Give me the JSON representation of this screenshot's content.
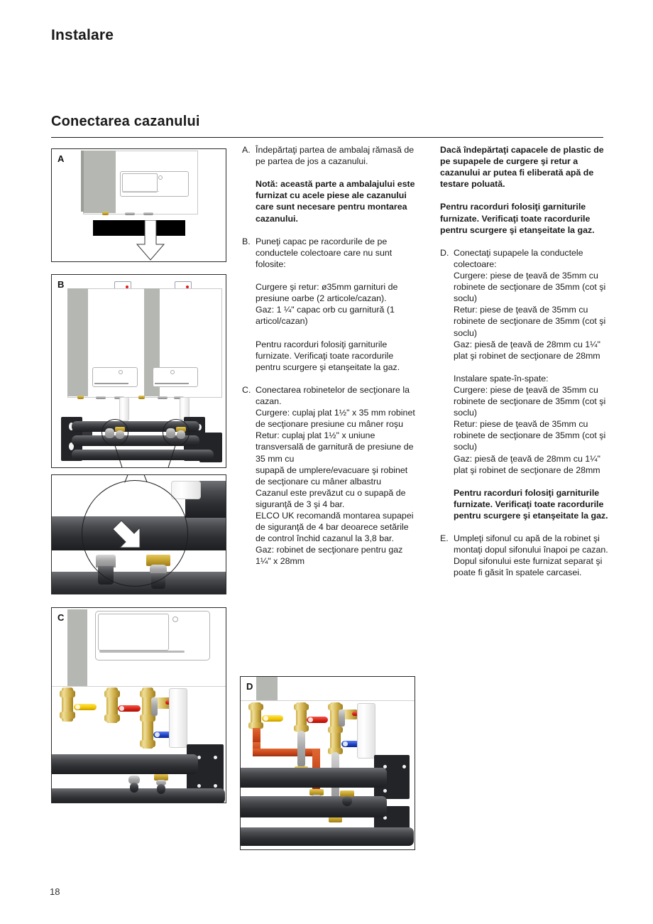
{
  "document": {
    "running_head": "Instalare",
    "section_title": "Conectarea cazanului",
    "page_number": "18"
  },
  "colors": {
    "text": "#1a1a1a",
    "rule": "#1a1a1a",
    "panel_gray": "#b5b8b2",
    "pipe_dark": "#2d2f32",
    "brass": "#c9a62f",
    "handle_red": "#d61f13",
    "handle_blue": "#1b3fc4",
    "handle_yellow": "#f2c500",
    "gas_pipe_orange": "#c8451a",
    "flue_marker_red": "#e21b1b"
  },
  "middle_column": {
    "items": [
      {
        "marker": "A.",
        "paragraphs": [
          {
            "text": "Îndepărtaţi partea de ambalaj rămasă de pe partea de jos a cazanului.",
            "bold": false
          },
          {
            "text": "Notă: această parte a ambalajului este furnizat cu acele piese ale cazanului care sunt necesare pentru montarea cazanului.",
            "bold": true
          }
        ]
      },
      {
        "marker": "B.",
        "paragraphs": [
          {
            "text": "Puneţi capac pe racordurile de pe conductele colectoare care nu sunt folosite:",
            "bold": false
          },
          {
            "text": "Curgere şi retur: ø35mm garnituri de presiune oarbe (2 articole/cazan).\nGaz: 1 ¼\" capac orb cu garnitură (1 articol/cazan)",
            "bold": false
          },
          {
            "text": "Pentru racorduri folosiţi garniturile furnizate. Verificaţi toate racordurile pentru scurgere şi etanşeitate la gaz.",
            "bold": false
          }
        ]
      },
      {
        "marker": "C.",
        "paragraphs": [
          {
            "text": "Conectarea robinetelor de secţionare la cazan.\nCurgere: cuplaj plat 1½\" x 35 mm robinet de secţionare presiune cu mâner roşu\nRetur: cuplaj plat 1½\" x uniune transversală de garnitură de presiune de 35 mm cu\nsupapă de umplere/evacuare şi robinet de secţionare cu mâner albastru\nCazanul este prevăzut cu o supapă de siguranţă de 3 şi 4 bar.\nELCO UK recomandă montarea supapei de siguranţă de 4 bar deoarece setările de control închid cazanul la 3,8 bar.\nGaz: robinet de secţionare pentru gaz 1¼\" x 28mm",
            "bold": false
          }
        ]
      }
    ]
  },
  "right_column": {
    "items": [
      {
        "marker": "",
        "paragraphs": [
          {
            "text": "Dacă îndepărtaţi capacele de plastic de pe supapele de curgere şi retur a cazanului ar putea fi eliberată apă de testare poluată.",
            "bold": true
          },
          {
            "text": "Pentru racorduri folosiţi garniturile furnizate. Verificaţi toate racordurile pentru scurgere şi etanşeitate la gaz.",
            "bold": true
          }
        ]
      },
      {
        "marker": "D.",
        "paragraphs": [
          {
            "text": "Conectaţi supapele la conductele colectoare:\nCurgere: piese de ţeavă de 35mm cu robinete de secţionare de 35mm (cot şi soclu)\nRetur: piese de ţeavă de 35mm cu robinete de secţionare de 35mm (cot şi soclu)\nGaz: piesă de ţeavă de 28mm cu 1¼\" plat şi robinet de secţionare de 28mm",
            "bold": false
          },
          {
            "text": "Instalare spate-în-spate:\nCurgere: piese de ţeavă de 35mm cu robinete de secţionare de 35mm (cot şi soclu)\nRetur: piese de ţeavă de 35mm cu robinete de secţionare de 35mm (cot şi soclu)\nGaz: piesă de ţeavă de 28mm cu 1¼\" plat şi robinet de secţionare de 28mm",
            "bold": false
          },
          {
            "text": "Pentru racorduri folosiţi garniturile furnizate.  Verificaţi toate racordurile pentru scurgere şi etanşeitate la gaz.",
            "bold": true
          }
        ]
      },
      {
        "marker": "E.",
        "paragraphs": [
          {
            "text": "Umpleţi sifonul cu apă de la robinet şi montaţi dopul sifonului înapoi pe cazan.\nDopul sifonului este furnizat separat şi poate fi găsit în spatele carcasei.",
            "bold": false
          }
        ]
      }
    ]
  },
  "figures": [
    {
      "id": "A",
      "label": "A",
      "caption_role": "boiler-packaging-removal"
    },
    {
      "id": "B",
      "label": "B",
      "caption_role": "two-boilers-on-manifold"
    },
    {
      "id": "DETAIL",
      "label": "",
      "caption_role": "manifold-connection-detail"
    },
    {
      "id": "C",
      "label": "C",
      "caption_role": "isolation-valves-assembly"
    },
    {
      "id": "D",
      "label": "D",
      "caption_role": "valves-connected-to-manifold"
    }
  ]
}
